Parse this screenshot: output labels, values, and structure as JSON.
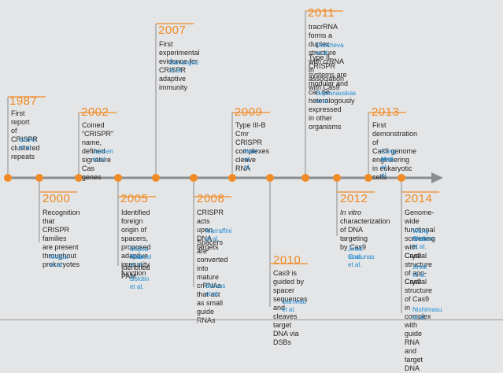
{
  "colors": {
    "accent": "#f08a24",
    "link": "#1d8ad0",
    "timeline": "#8a8c8e",
    "background": "#e4e5e6"
  },
  "events": {
    "e1987": {
      "year": "1987",
      "text": [
        "First report",
        "of CRISPR",
        "clustered repeats"
      ],
      "cites": [
        "Ishino et al."
      ]
    },
    "e2000": {
      "year": "2000",
      "text": [
        "Recognition that",
        "CRISPR families",
        "are present",
        "throughout",
        "prokaryotes"
      ],
      "cites": [
        "Mojica et al."
      ]
    },
    "e2002": {
      "year": "2002",
      "text": [
        "Coined “CRISPR”",
        "name, defined",
        "signature Cas genes"
      ],
      "cites": [
        "Jansen et al."
      ]
    },
    "e2005": {
      "year": "2005",
      "text": [
        "Identified foreign",
        "origin of spacers,",
        "proposed adaptive",
        "immunity function"
      ],
      "cites": [
        "Mojica et al.",
        "Pourcel et al."
      ],
      "text2": [
        "Identified PAM"
      ],
      "cites2": [
        "Bolotin et al."
      ]
    },
    "e2007": {
      "year": "2007",
      "text": [
        "First experimental evidence for",
        "CRISPR adaptive immunity"
      ],
      "cites": [
        "Barrangou et al."
      ]
    },
    "e2008": {
      "year": "2008",
      "text": [
        "CRISPR acts upon",
        "DNA targets"
      ],
      "cites": [
        "Marraffini et al."
      ],
      "text2": [
        "Spacers are",
        "converted into",
        "mature crRNAs",
        "that act as small",
        "guide RNAs"
      ],
      "cites2": [
        "Brouns et al."
      ]
    },
    "e2009": {
      "year": "2009",
      "text": [
        "Type III-B Cmr",
        "CRISPR complexes",
        "cleave RNA"
      ],
      "cites": [
        "Hale et al."
      ]
    },
    "e2010": {
      "year": "2010",
      "text": [
        "Cas9 is guided by spacer",
        "sequences and cleaves",
        "target DNA via DSBs"
      ],
      "cites": [
        "Garneau et al."
      ]
    },
    "e2011": {
      "year": "2011",
      "text": [
        "tracrRNA forms a duplex structure",
        "with crRNA in association with Cas9"
      ],
      "cites": [
        "Deltcheva et al."
      ],
      "text2": [
        "Type II CRISPR systems are",
        "modular and can be",
        "heterologously expressed",
        "in other organisms"
      ],
      "cites2": [
        "Sapranauskas et al."
      ]
    },
    "e2012": {
      "year": "2012",
      "text_italic": "In vitro",
      "text": [
        "characterization",
        "of DNA targeting",
        "by Cas9"
      ],
      "cites": [
        "Jinek et al.",
        "Gasiunas et al."
      ]
    },
    "e2013": {
      "year": "2013",
      "text": [
        "First demonstration of",
        "Cas9 genome engineering",
        "in eukaryotic cells"
      ],
      "cites": [
        "Cong et al.",
        "Mali et al."
      ]
    },
    "e2014": {
      "year": "2014",
      "text": [
        "Genome-wide functional",
        "screening with Cas9"
      ],
      "cites": [
        "Wang et al.",
        "Shalem et al."
      ],
      "text2": [
        "Crystal structure of apo-Cas9"
      ],
      "cites2": [
        "Jinek et al."
      ],
      "text3": [
        "Crystal structure of Cas9 in",
        "complex with guide RNA and",
        "target DNA"
      ],
      "cites3": [
        "Nishimasu et al."
      ]
    }
  }
}
